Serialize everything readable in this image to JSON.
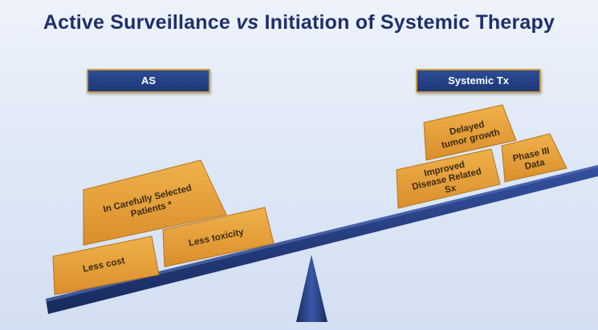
{
  "title": {
    "part1": "Active Surveillance ",
    "part2": "vs",
    "part3": " Initiation of Systemic Therapy"
  },
  "headers": {
    "left": "AS",
    "right": "Systemic Tx"
  },
  "left_blocks": {
    "top_line1": "In Carefully Selected",
    "top_line2": "Patients *",
    "cost": "Less cost",
    "toxicity": "Less toxicity"
  },
  "right_blocks": {
    "delayed_line1": "Delayed",
    "delayed_line2": "tumor growth",
    "improved_line1": "Improved",
    "improved_line2": "Disease Related",
    "improved_line3": "Sx",
    "phase_line1": "Phase III",
    "phase_line2": "Data"
  },
  "colors": {
    "title": "#1f2f6b",
    "header_fill": "#1d3778",
    "block_fill": "#e7a13a",
    "beam": "#1f3470"
  }
}
